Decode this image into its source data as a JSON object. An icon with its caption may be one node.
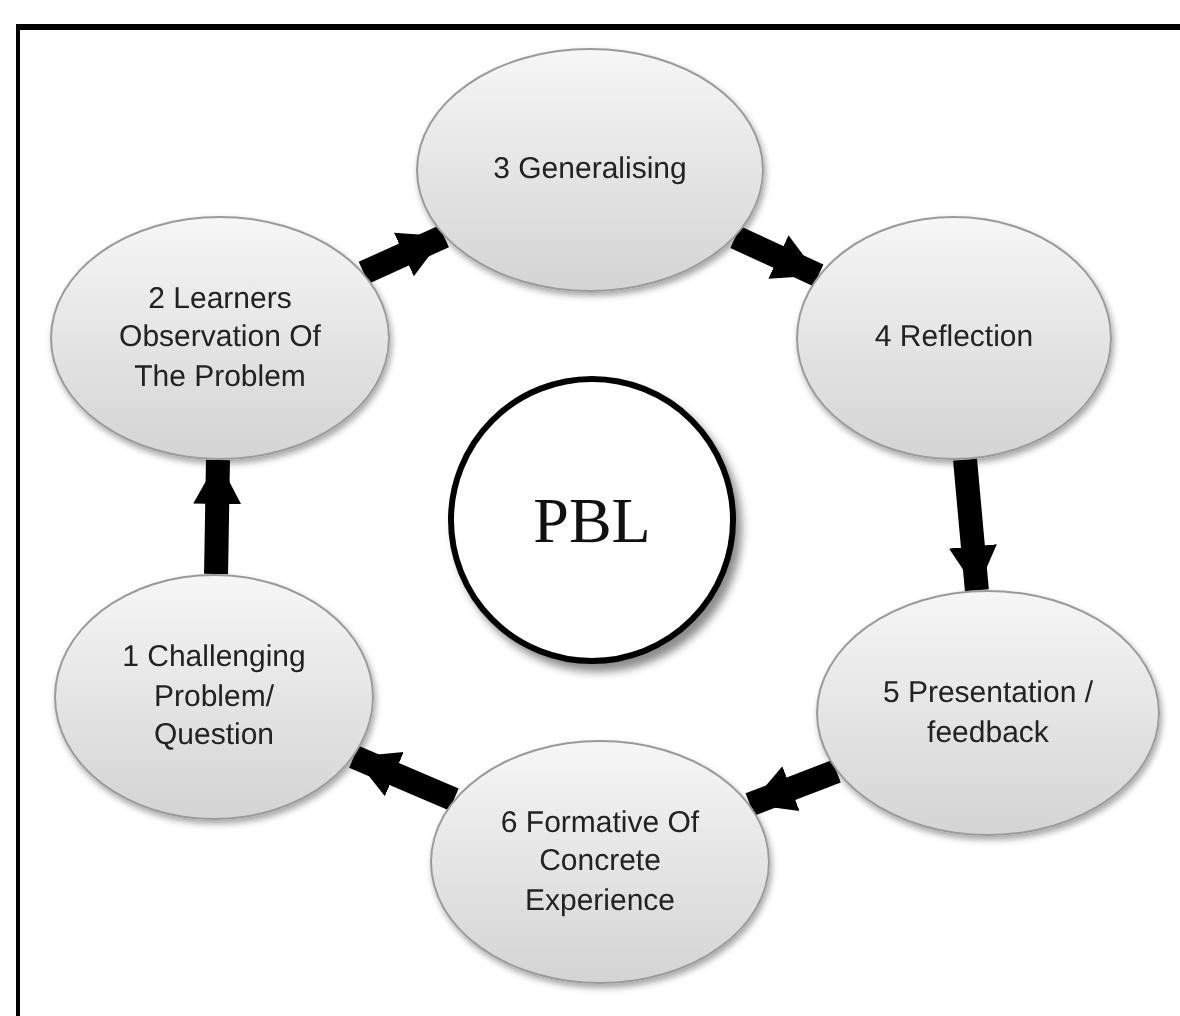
{
  "diagram": {
    "nodes": [
      {
        "text": [
          "PBL"
        ]
      },
      {
        "text": [
          "1 Challenging Problem/ Question"
        ]
      },
      {
        "text": [
          "2 Learners Observation Of The Problem"
        ]
      },
      {
        "text": [
          "3 Generalising"
        ]
      },
      {
        "text": [
          "4 Reflection"
        ]
      },
      {
        "text": [
          "5 Presentation / feedback"
        ]
      },
      {
        "text": [
          "6 Formative Of Concrete Experience"
        ]
      }
    ],
    "edges": [
      {
        "from": 1,
        "to": 2,
        "arrow": "to"
      },
      {
        "from": 2,
        "to": 3,
        "arrow": "to"
      },
      {
        "from": 3,
        "to": 4,
        "arrow": "to"
      },
      {
        "from": 4,
        "to": 5,
        "arrow": "to"
      },
      {
        "from": 5,
        "to": 6,
        "arrow": "to"
      },
      {
        "from": 6,
        "to": 1,
        "arrow": "to"
      }
    ]
  }
}
